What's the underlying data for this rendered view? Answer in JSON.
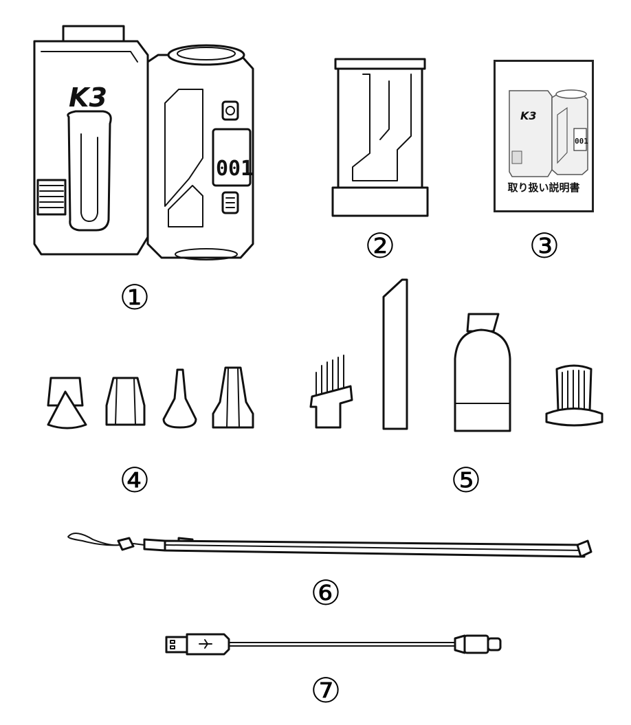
{
  "items": [
    {
      "marker": "①",
      "name": "main-unit",
      "logo": "K3",
      "display": "001"
    },
    {
      "marker": "②",
      "name": "battery-cover"
    },
    {
      "marker": "③",
      "name": "instruction-manual",
      "title": "取り扱い説明書",
      "logo": "K3",
      "display": "001"
    },
    {
      "marker": "④",
      "name": "nozzle-set"
    },
    {
      "marker": "⑤",
      "name": "vacuum-attachments"
    },
    {
      "marker": "⑥",
      "name": "lanyard-strap"
    },
    {
      "marker": "⑦",
      "name": "usb-cable"
    }
  ]
}
